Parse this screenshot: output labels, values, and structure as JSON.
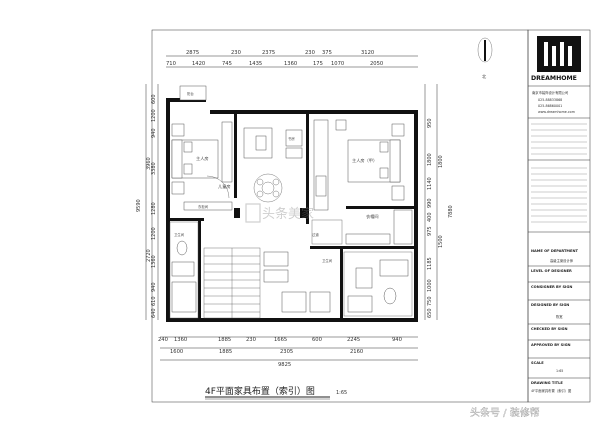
{
  "drawing": {
    "title": "4F平面家具布置（索引）图",
    "scale": "1:65",
    "north": "北"
  },
  "dims": {
    "top_outer": [
      "2875",
      "230",
      "2375",
      "230",
      "375",
      "3120"
    ],
    "top_inner": [
      "710",
      "1420",
      "745",
      "1435",
      "1360",
      "175",
      "1070",
      "2050"
    ],
    "bottom_inner": [
      "240",
      "1360",
      "1885",
      "230",
      "1665",
      "600",
      "2245",
      "940"
    ],
    "bottom_outer": [
      "1600",
      "1885",
      "2305",
      "2160"
    ],
    "bottom_total": "9825",
    "left_outer": [
      "3960",
      "9590",
      "2720"
    ],
    "left_inner": [
      "600",
      "1200",
      "940",
      "100",
      "3380",
      "1280",
      "1200",
      "1360",
      "940",
      "610",
      "640"
    ],
    "right_outer": [
      "1800",
      "7880",
      "1500"
    ],
    "right_inner": [
      "950",
      "1800",
      "1140",
      "990",
      "400",
      "975",
      "1185",
      "1000",
      "750",
      "650"
    ]
  },
  "rooms": {
    "bed_left": "主人房",
    "bed_right": "主人房（甲）",
    "wardrobe_left": "衣柜间",
    "bath_left": "卫生间",
    "bath_right": "卫生间",
    "storage": "衣帽间",
    "study": "书房",
    "hall": "过道",
    "balcony": "阳台",
    "kids": "儿童房"
  },
  "brand": {
    "logo_text": "DREAMHOME",
    "company": "南京市装饰设计有限公司",
    "tel1": "025-88833868",
    "tel2": "025-86860001",
    "web": "www.dreamhome.com"
  },
  "titleblock": {
    "rows": [
      "NAME OF DEPARTMENT",
      "LEVEL OF DESIGNER",
      "CONSIGNER BY SIGN",
      "DESIGNED BY SIGN",
      "CHECKED BY SIGN",
      "APPROVED BY SIGN",
      "DRAWING TITLE",
      "SCALE"
    ],
    "designer": "陈宽",
    "dept": "高级主案设计师",
    "scale_val": "1:65",
    "sheet_title": "4F平面家具布置（索引）图"
  },
  "watermark": {
    "center": "头条美家",
    "bottom": "头条号 / 装修帮"
  }
}
